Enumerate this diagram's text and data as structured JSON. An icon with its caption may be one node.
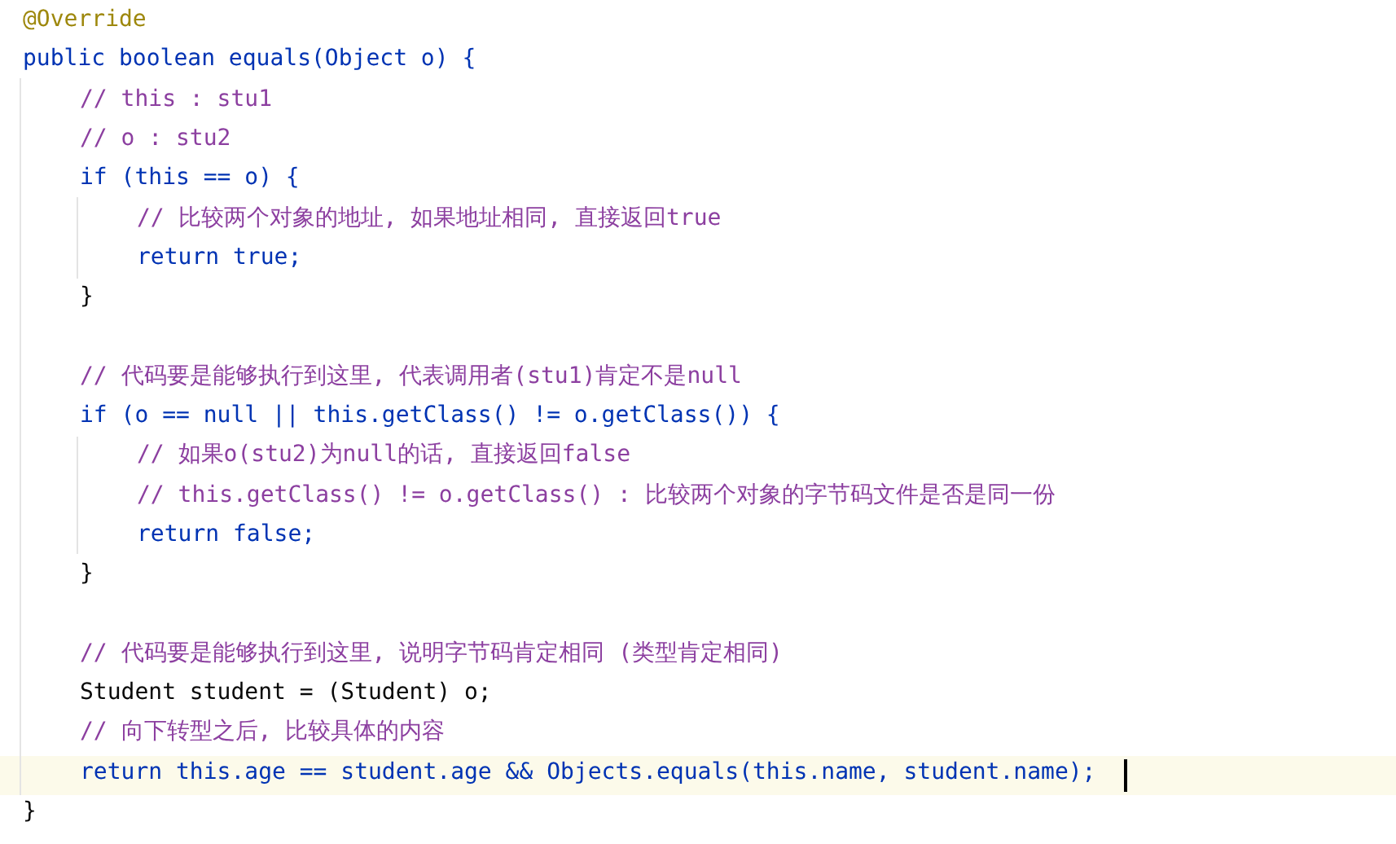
{
  "diagram": {
    "labels": [
      "@Override",
      "public boolean equals(Object o) {",
      "// this : stu1",
      "// o : stu2",
      "if (this == o) {",
      "// 比较两个对象的地址, 如果地址相同, 直接返回true",
      "return true;",
      "}",
      "// 代码要是能够执行到这里, 代表调用者(stu1)肯定不是null",
      "if (o == null || this.getClass() != o.getClass()) {",
      "// 如果o(stu2)为null的话, 直接返回false",
      "// this.getClass() != o.getClass() : 比较两个对象的字节码文件是否是同一份",
      "return false;",
      "}",
      "// 代码要是能够执行到这里, 说明字节码肯定相同 (类型肯定相同)",
      "Student student = (Student) o;",
      "// 向下转型之后, 比较具体的内容",
      "return this.age == student.age && Objects.equals(this.name, student.name);",
      "}"
    ]
  }
}
